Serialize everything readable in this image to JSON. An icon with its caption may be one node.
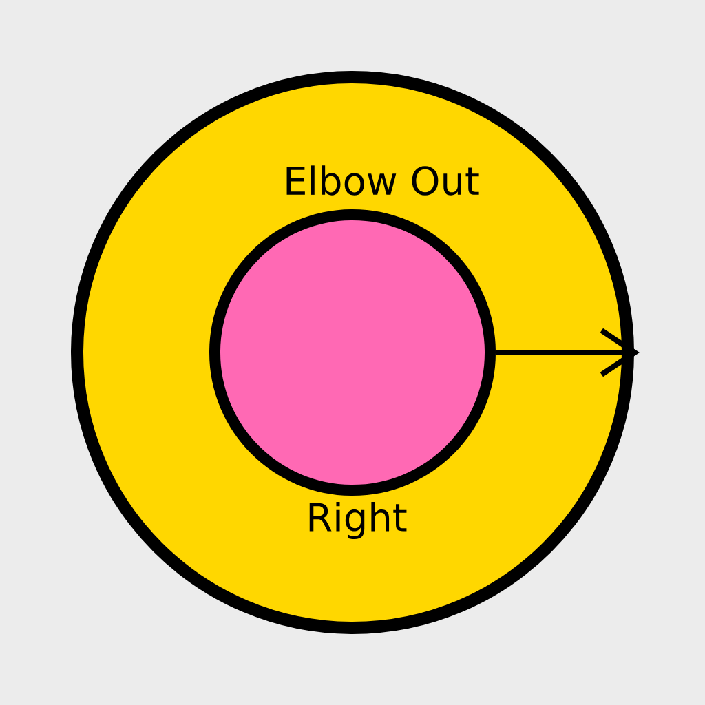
{
  "diagram": {
    "nodes": [
      {
        "text": [
          "Elbow Out"
        ]
      },
      {
        "text": [
          "Right"
        ],
        "in": 0
      }
    ],
    "edges": [
      {
        "from": 1,
        "to": 0,
        "arrow": "to"
      }
    ]
  }
}
